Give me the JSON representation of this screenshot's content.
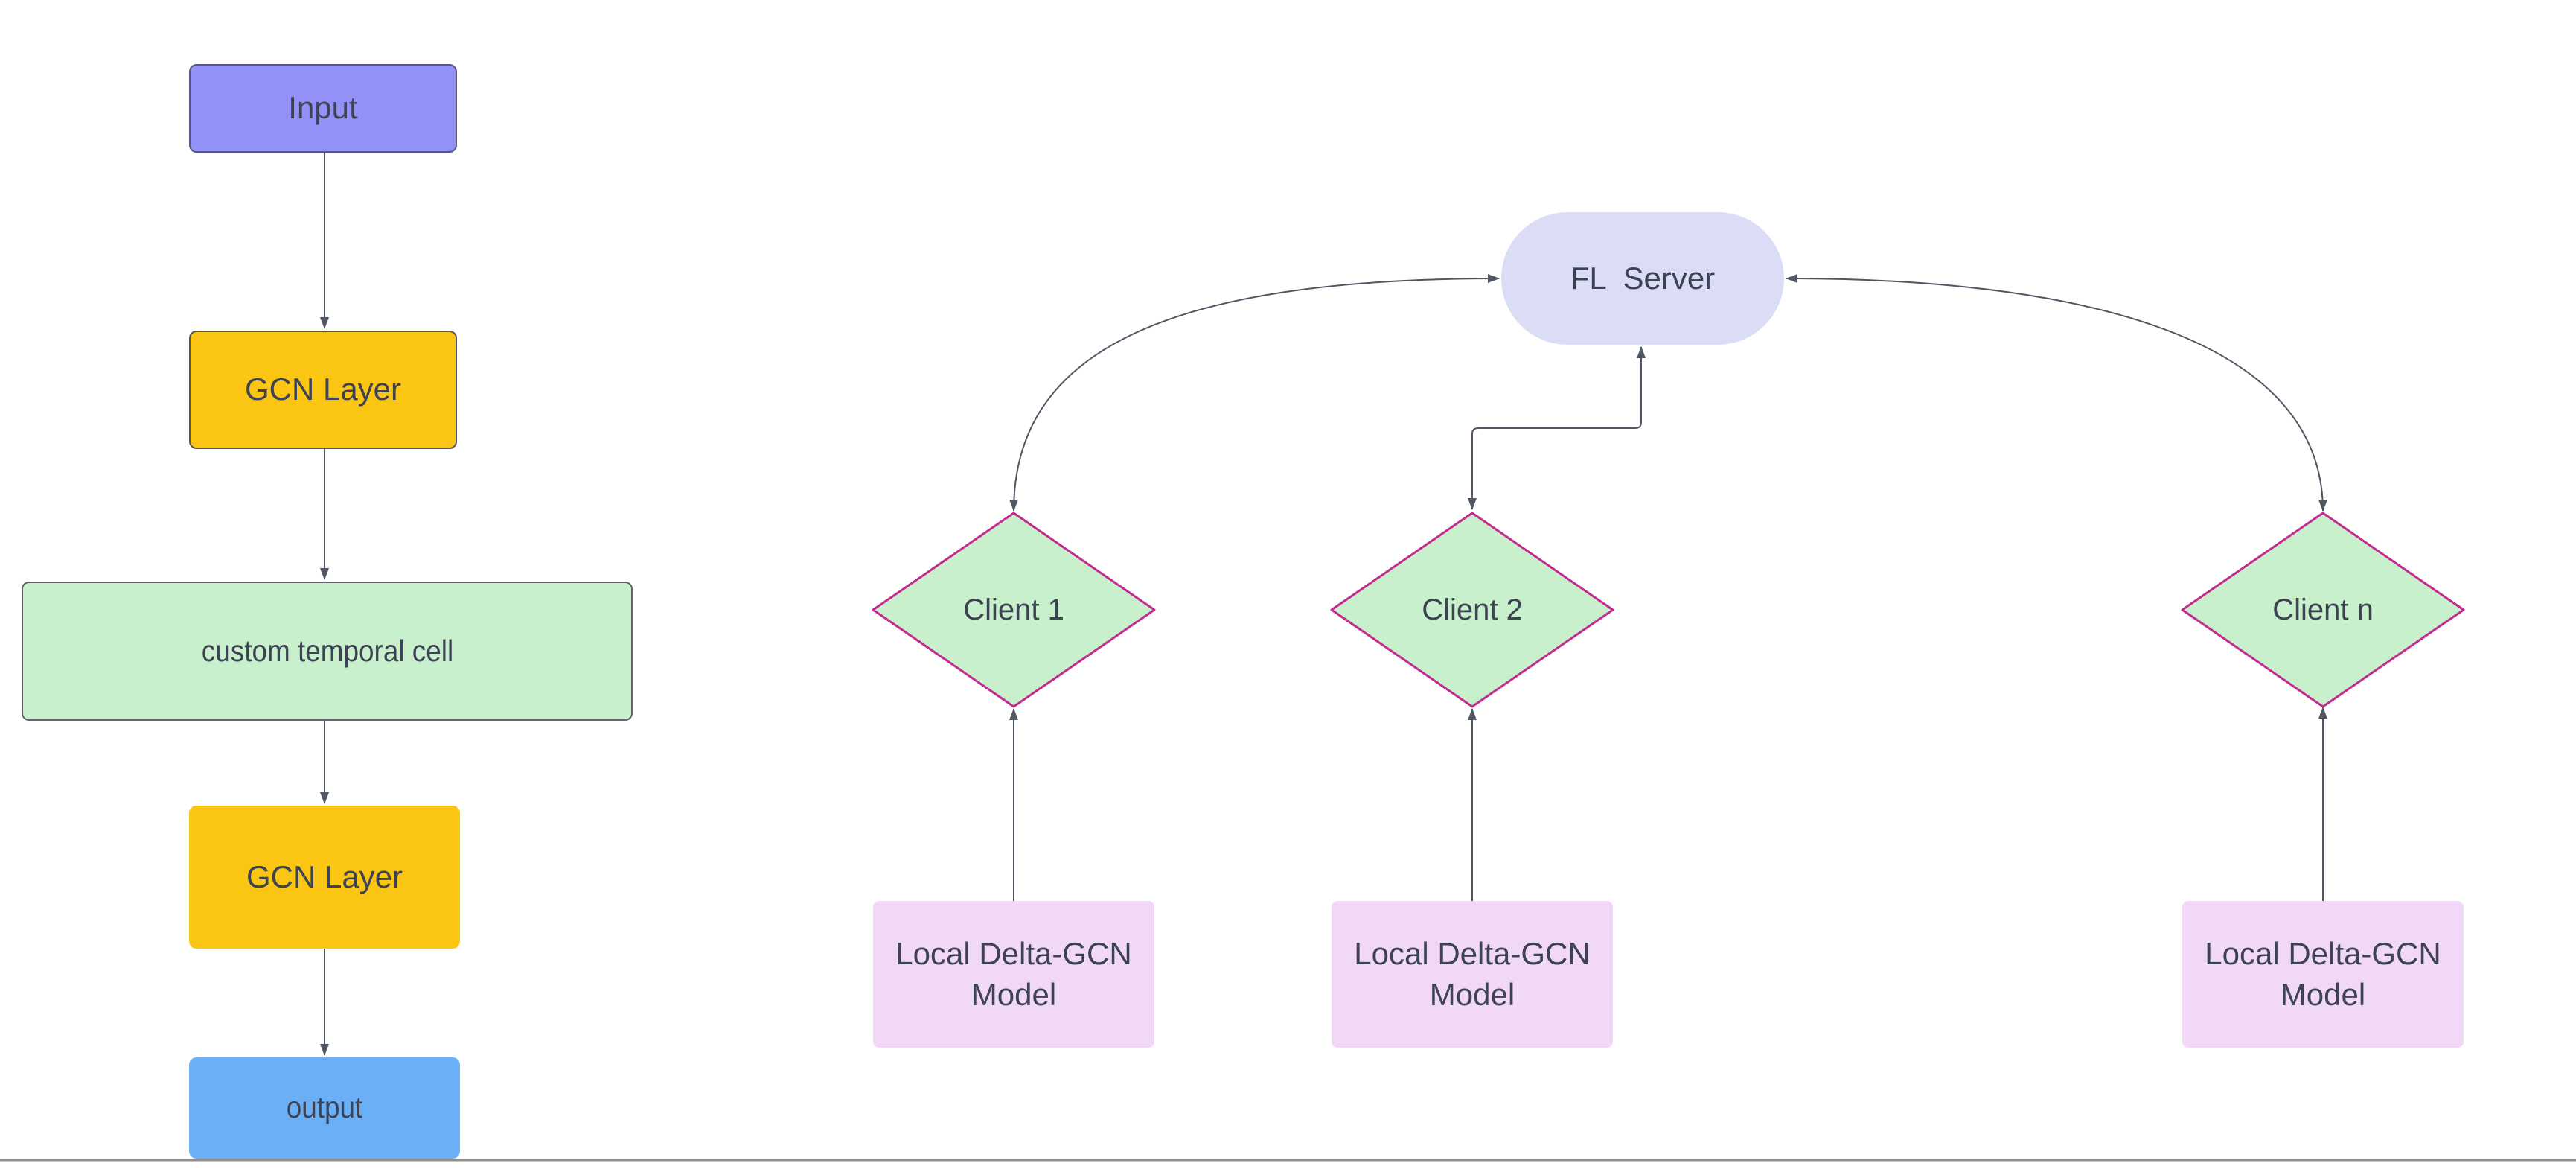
{
  "pipeline": {
    "nodes": [
      {
        "id": "input",
        "label": "Input"
      },
      {
        "id": "gcn-layer-1",
        "label": "GCN Layer"
      },
      {
        "id": "custom-temporal-cell",
        "label": "custom temporal cell"
      },
      {
        "id": "gcn-layer-2",
        "label": "GCN Layer"
      },
      {
        "id": "output",
        "label": "output"
      }
    ]
  },
  "federated": {
    "server": {
      "label": "FL  Server"
    },
    "clients": [
      {
        "label": "Client 1"
      },
      {
        "label": "Client 2"
      },
      {
        "label": "Client n"
      }
    ],
    "models": [
      {
        "label": "Local Delta-GCN Model"
      },
      {
        "label": "Local Delta-GCN Model"
      },
      {
        "label": "Local Delta-GCN Model"
      }
    ]
  },
  "colors": {
    "input_fill": "#9191f8",
    "input_border": "#585880",
    "gcn_fill": "#fbc513",
    "gcn_border": "#565656",
    "temporal_fill": "#c9f0cd",
    "temporal_border": "#60656d",
    "output_fill": "#6bb0f6",
    "server_fill": "#dbdcf6",
    "client_fill": "#c9f0cd",
    "client_border": "#c42a90",
    "model_fill": "#f1d8f6",
    "connector": "#505663",
    "page_divider": "#8f8f8f",
    "text": "#3d4352"
  }
}
